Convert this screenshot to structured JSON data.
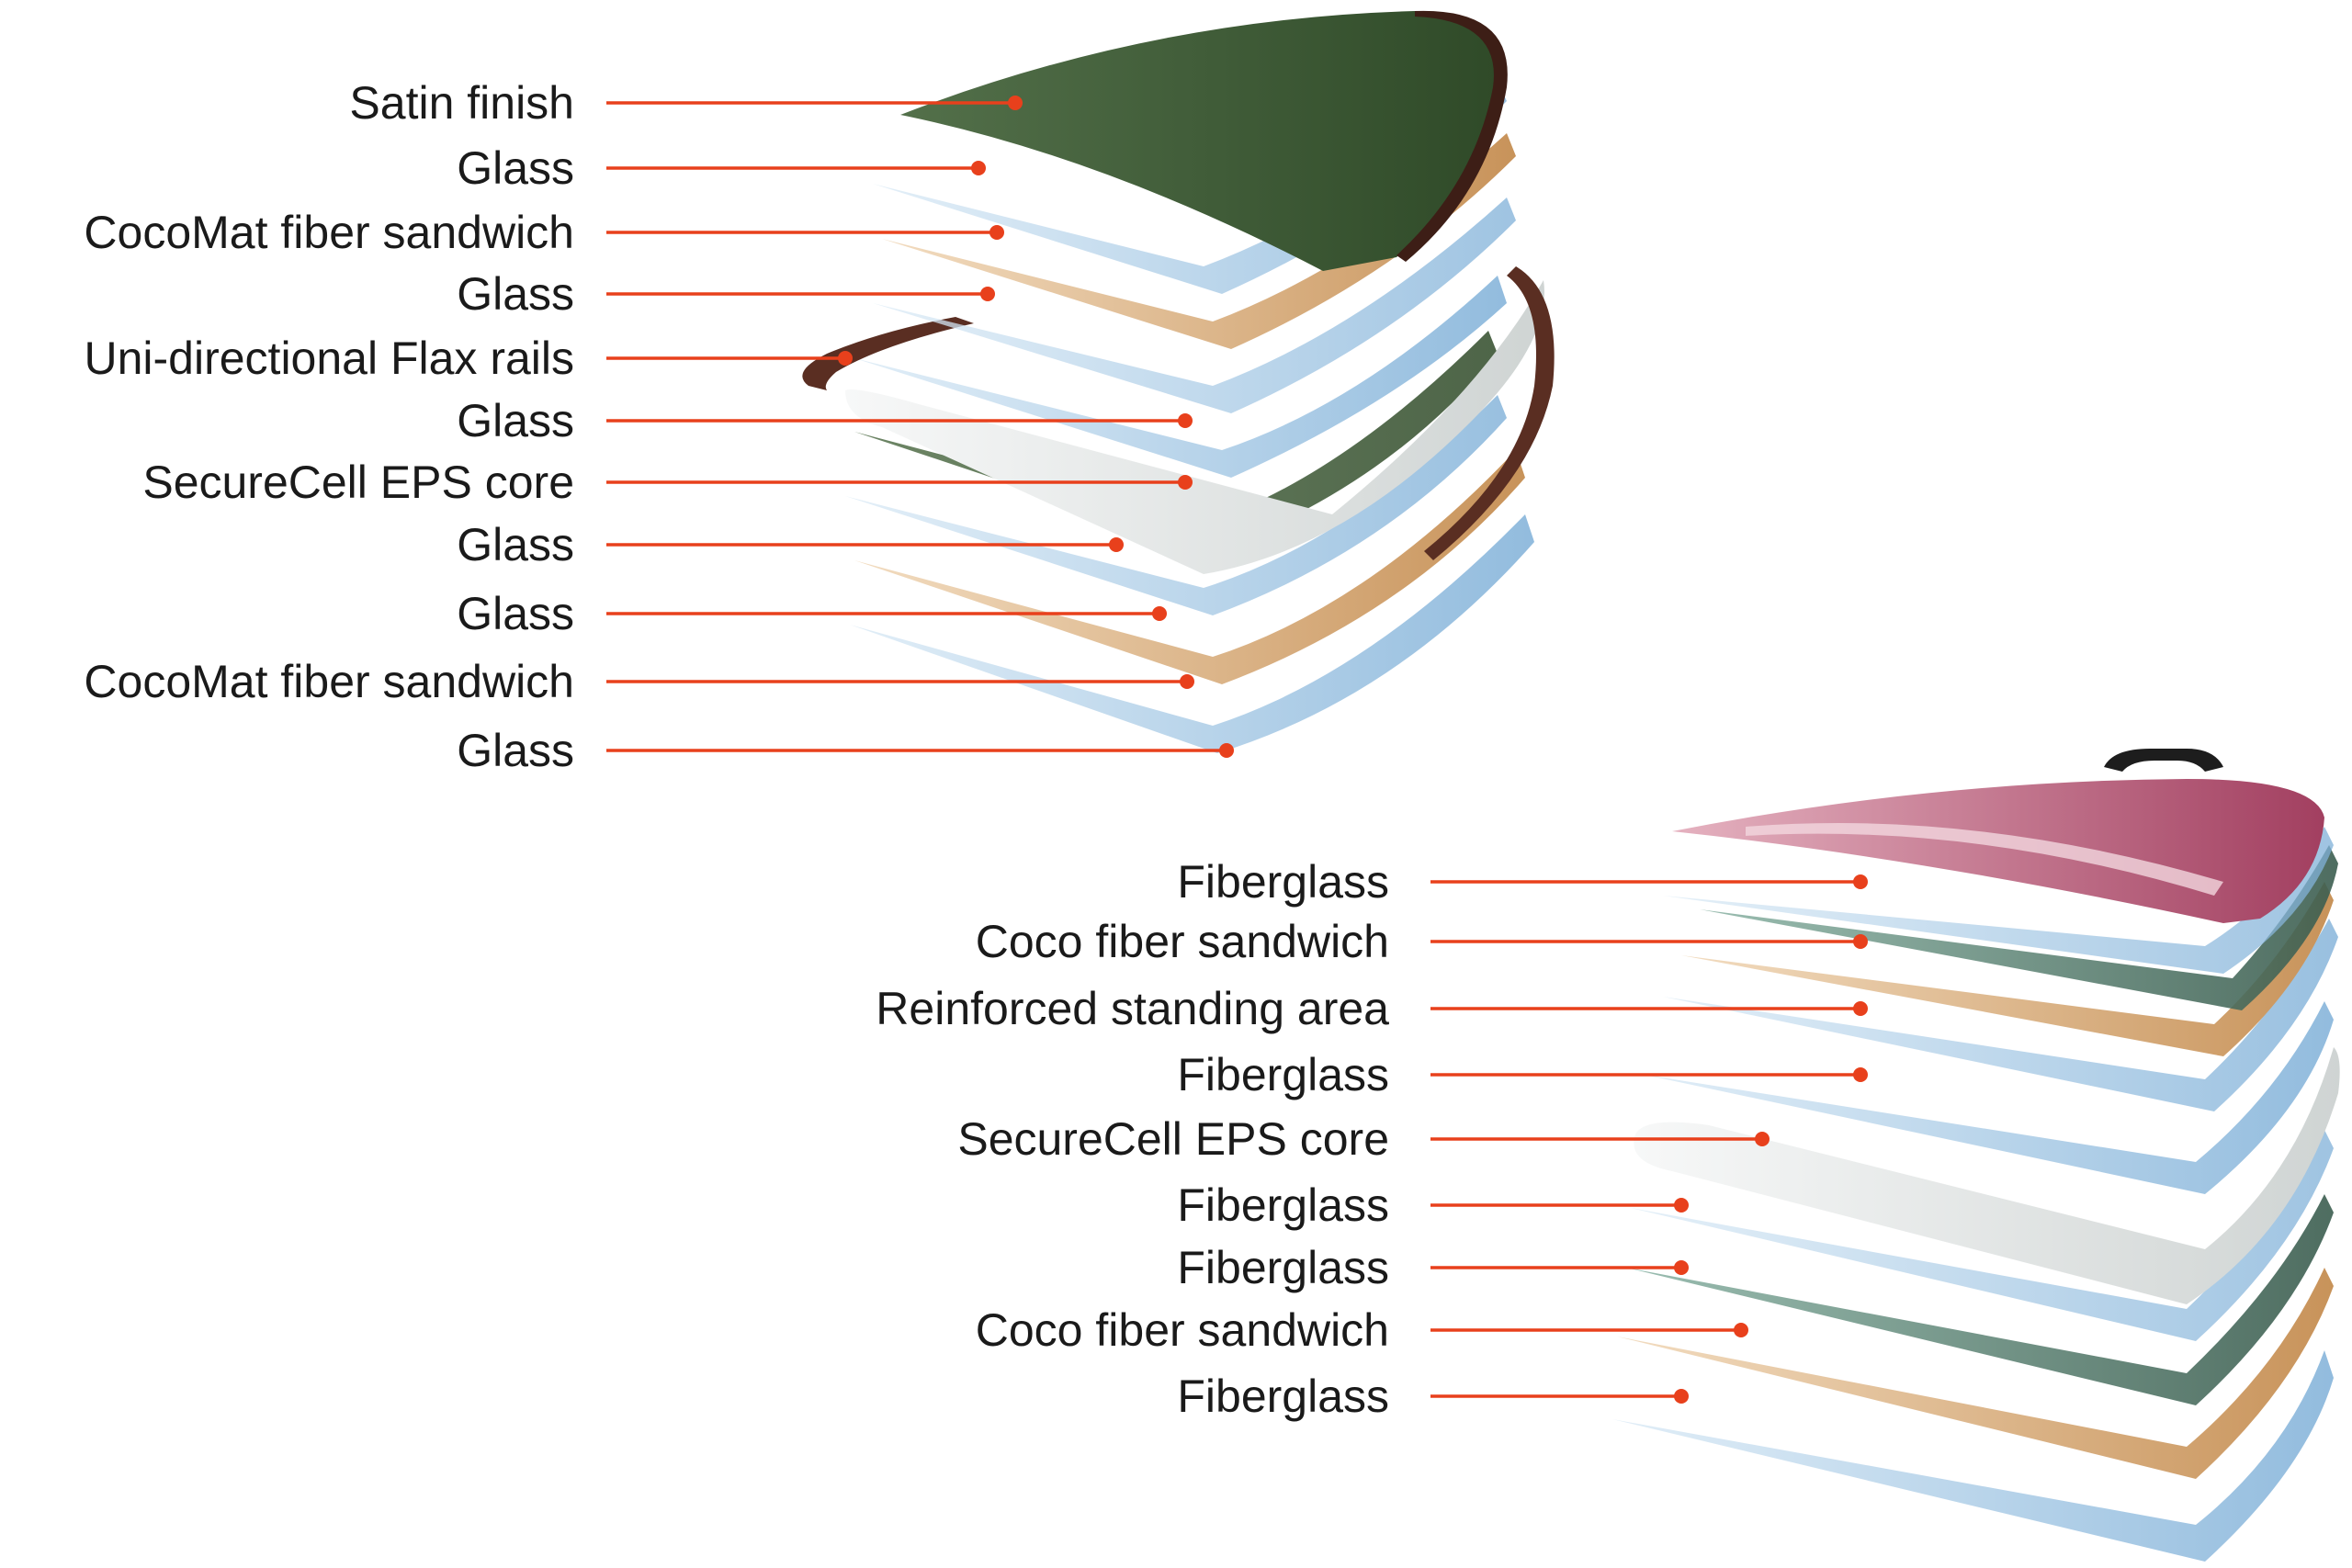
{
  "colors": {
    "leader_line": "#e8401c",
    "label_text": "#1a1a1a",
    "green_deck": "#3f5b34",
    "glass": "#a9cce6",
    "coco": "#d7ab79",
    "foam": "#eceeed",
    "rail": "#5a2e22",
    "pink_deck": "#b64a6c"
  },
  "diagrams": [
    {
      "name": "top-board",
      "layers": [
        {
          "label": "Satin finish",
          "material": "green"
        },
        {
          "label": "Glass",
          "material": "glass"
        },
        {
          "label": "CocoMat fiber sandwich",
          "material": "coco"
        },
        {
          "label": "Glass",
          "material": "glass"
        },
        {
          "label": "Uni-directional Flax rails",
          "material": "rail"
        },
        {
          "label": "Glass",
          "material": "glass"
        },
        {
          "label": "SecureCell EPS core",
          "material": "foam"
        },
        {
          "label": "Glass",
          "material": "glass"
        },
        {
          "label": "Glass",
          "material": "glass"
        },
        {
          "label": "CocoMat fiber sandwich",
          "material": "coco"
        },
        {
          "label": "Glass",
          "material": "glass"
        }
      ]
    },
    {
      "name": "bottom-board",
      "layers": [
        {
          "label": "Fiberglass",
          "material": "glass"
        },
        {
          "label": "Coco fiber sandwich",
          "material": "coco"
        },
        {
          "label": "Reinforced standing area",
          "material": "green"
        },
        {
          "label": "Fiberglass",
          "material": "glass"
        },
        {
          "label": "SecureCell EPS core",
          "material": "foam"
        },
        {
          "label": "Fiberglass",
          "material": "glass"
        },
        {
          "label": "Fiberglass",
          "material": "glass"
        },
        {
          "label": "Coco fiber sandwich",
          "material": "coco"
        },
        {
          "label": "Fiberglass",
          "material": "glass"
        }
      ]
    }
  ]
}
